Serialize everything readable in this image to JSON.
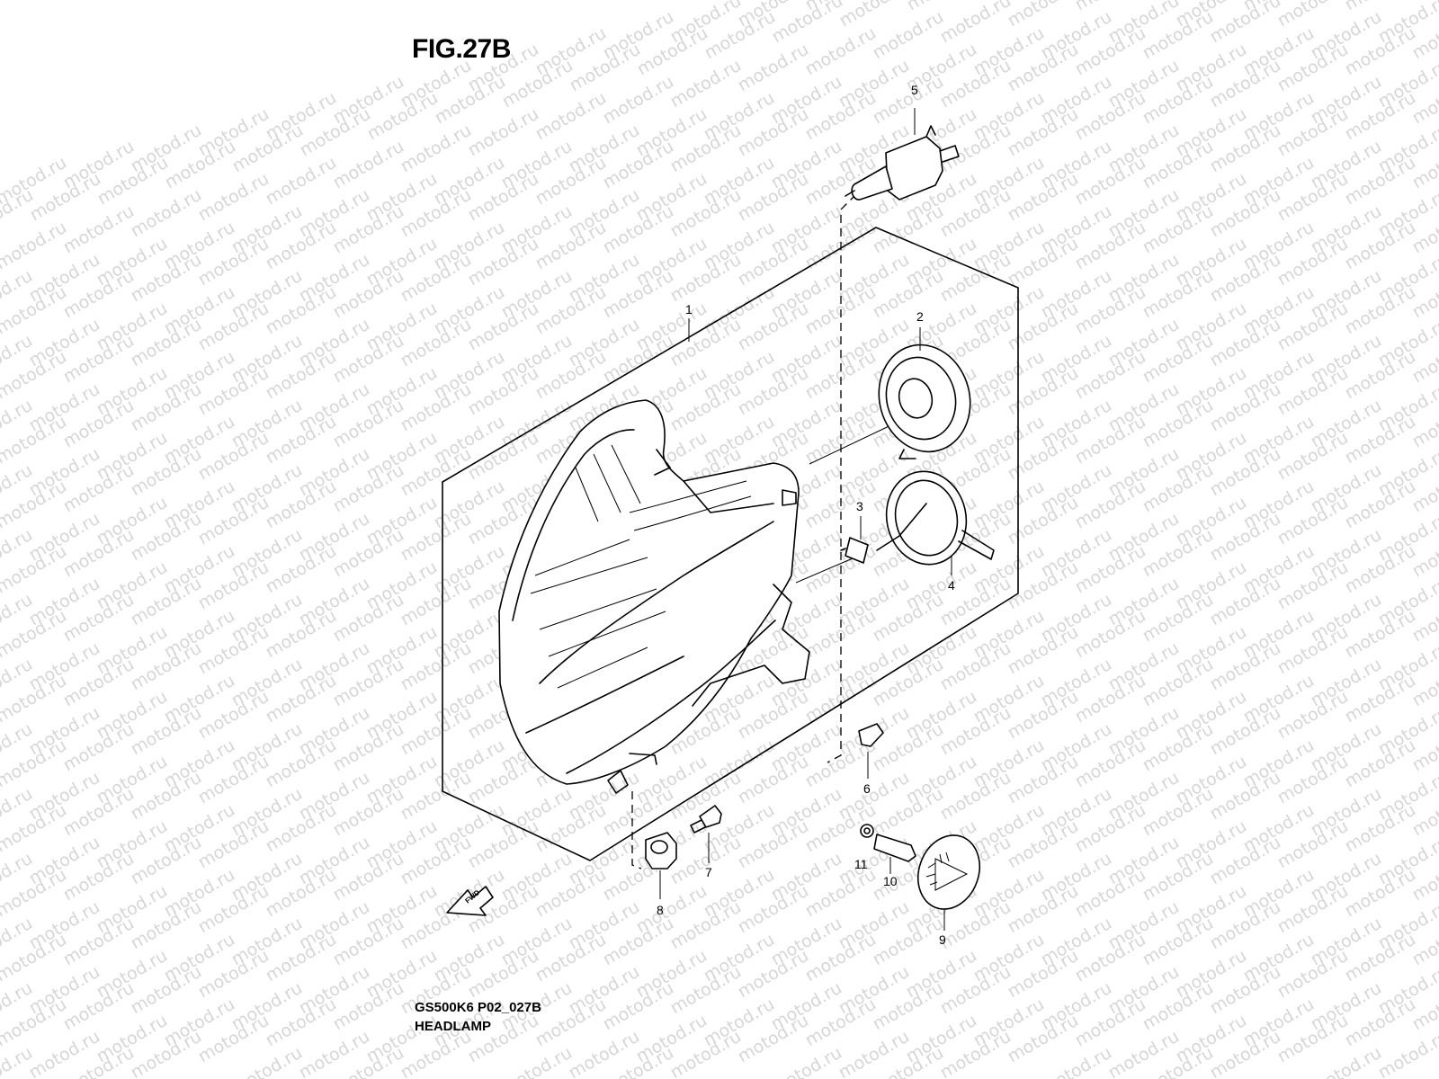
{
  "figure_title": "FIG.27B",
  "drawing_code": "GS500K6 P02_027B",
  "drawing_name": "HEADLAMP",
  "watermark_text": "motod.ru",
  "fwd_label": "FWD",
  "callouts": [
    "1",
    "2",
    "3",
    "4",
    "5",
    "6",
    "7",
    "8",
    "9",
    "10",
    "11"
  ],
  "colors": {
    "line": "#000000",
    "watermark": "#d6d6d6",
    "background": "#ffffff"
  }
}
